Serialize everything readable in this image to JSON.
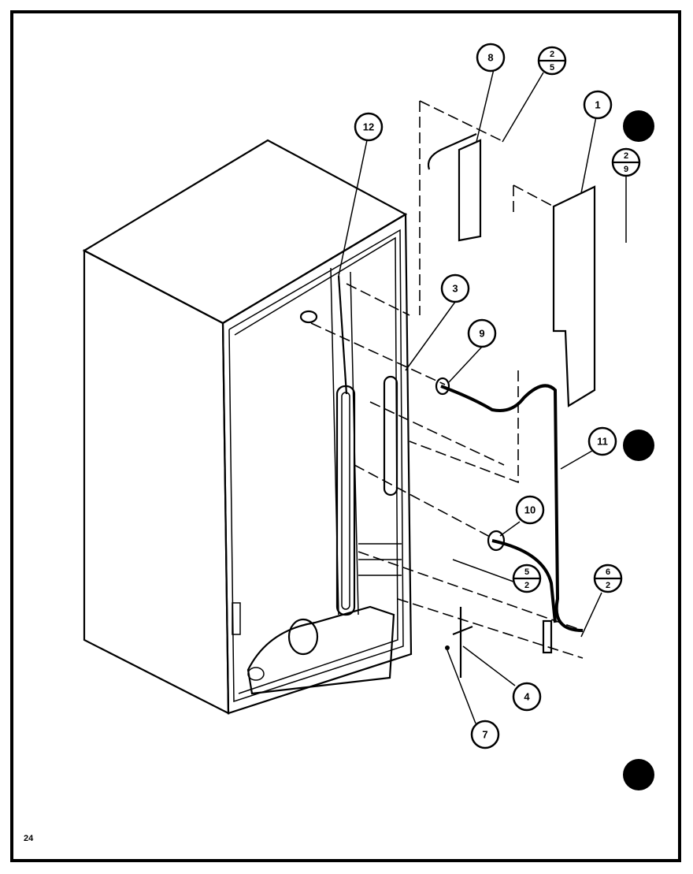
{
  "diagram": {
    "page_number": "24",
    "callouts": {
      "c8": "8",
      "c2_5": {
        "top": "2",
        "bottom": "5"
      },
      "c1": "1",
      "c2_9": {
        "top": "2",
        "bottom": "9"
      },
      "c12": "12",
      "c3": "3",
      "c9": "9",
      "c11": "11",
      "c10": "10",
      "c5_2": {
        "top": "5",
        "bottom": "2"
      },
      "c6_2": {
        "top": "6",
        "bottom": "2"
      },
      "c4": "4",
      "c7": "7"
    }
  }
}
